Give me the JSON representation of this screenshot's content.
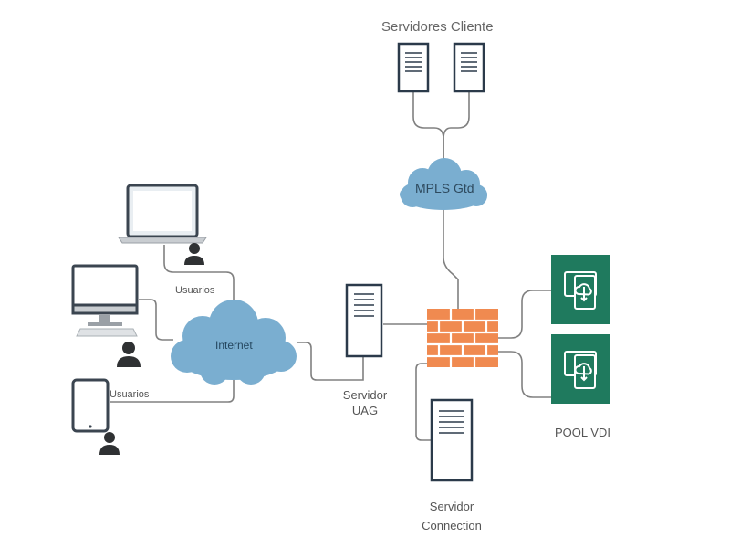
{
  "labels": {
    "client_servers": "Servidores Cliente",
    "mpls": "MPLS Gtd",
    "internet": "Internet",
    "users_top": "Usuarios",
    "users_bottom": "Usuarios",
    "uag_line1": "Servidor",
    "uag_line2": "UAG",
    "connection_line1": "Servidor",
    "connection_line2": "Connection",
    "pool_vdi": "POOL VDI"
  },
  "colors": {
    "cloud": "#7aaed0",
    "firewall": "#f08a50",
    "vdi": "#1f7a5e",
    "line": "#808080"
  },
  "icons": [
    "server-icon",
    "cloud-icon",
    "laptop-icon",
    "desktop-icon",
    "tablet-icon",
    "user-icon",
    "firewall-icon",
    "vdi-icon"
  ]
}
